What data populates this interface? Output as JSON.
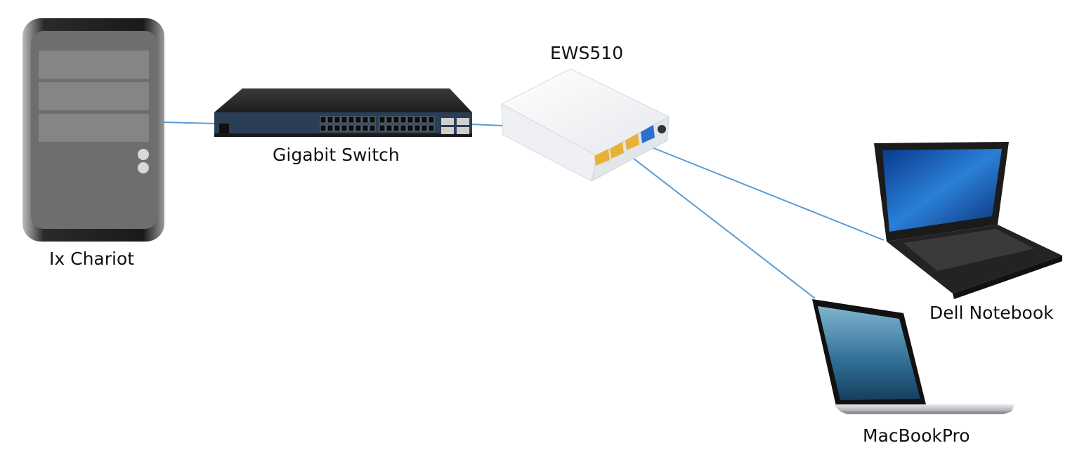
{
  "nodes": {
    "chariot": {
      "label": "Ix Chariot",
      "icon": "tower-pc-icon"
    },
    "switch": {
      "label": "Gigabit Switch",
      "icon": "network-switch-icon"
    },
    "ap": {
      "label": "EWS510",
      "icon": "wall-plate-access-point-icon"
    },
    "dell": {
      "label": "Dell Notebook",
      "icon": "dell-laptop-icon"
    },
    "mac": {
      "label": "MacBookPro",
      "icon": "macbook-icon"
    }
  },
  "colors": {
    "link": "#5b9bd5",
    "pc_body": "#1f1f1f",
    "pc_face": "#6b6b6b",
    "switch_body": "#2a3f55",
    "port_yellow": "#e8b23a",
    "port_blue": "#2d6fd0"
  }
}
